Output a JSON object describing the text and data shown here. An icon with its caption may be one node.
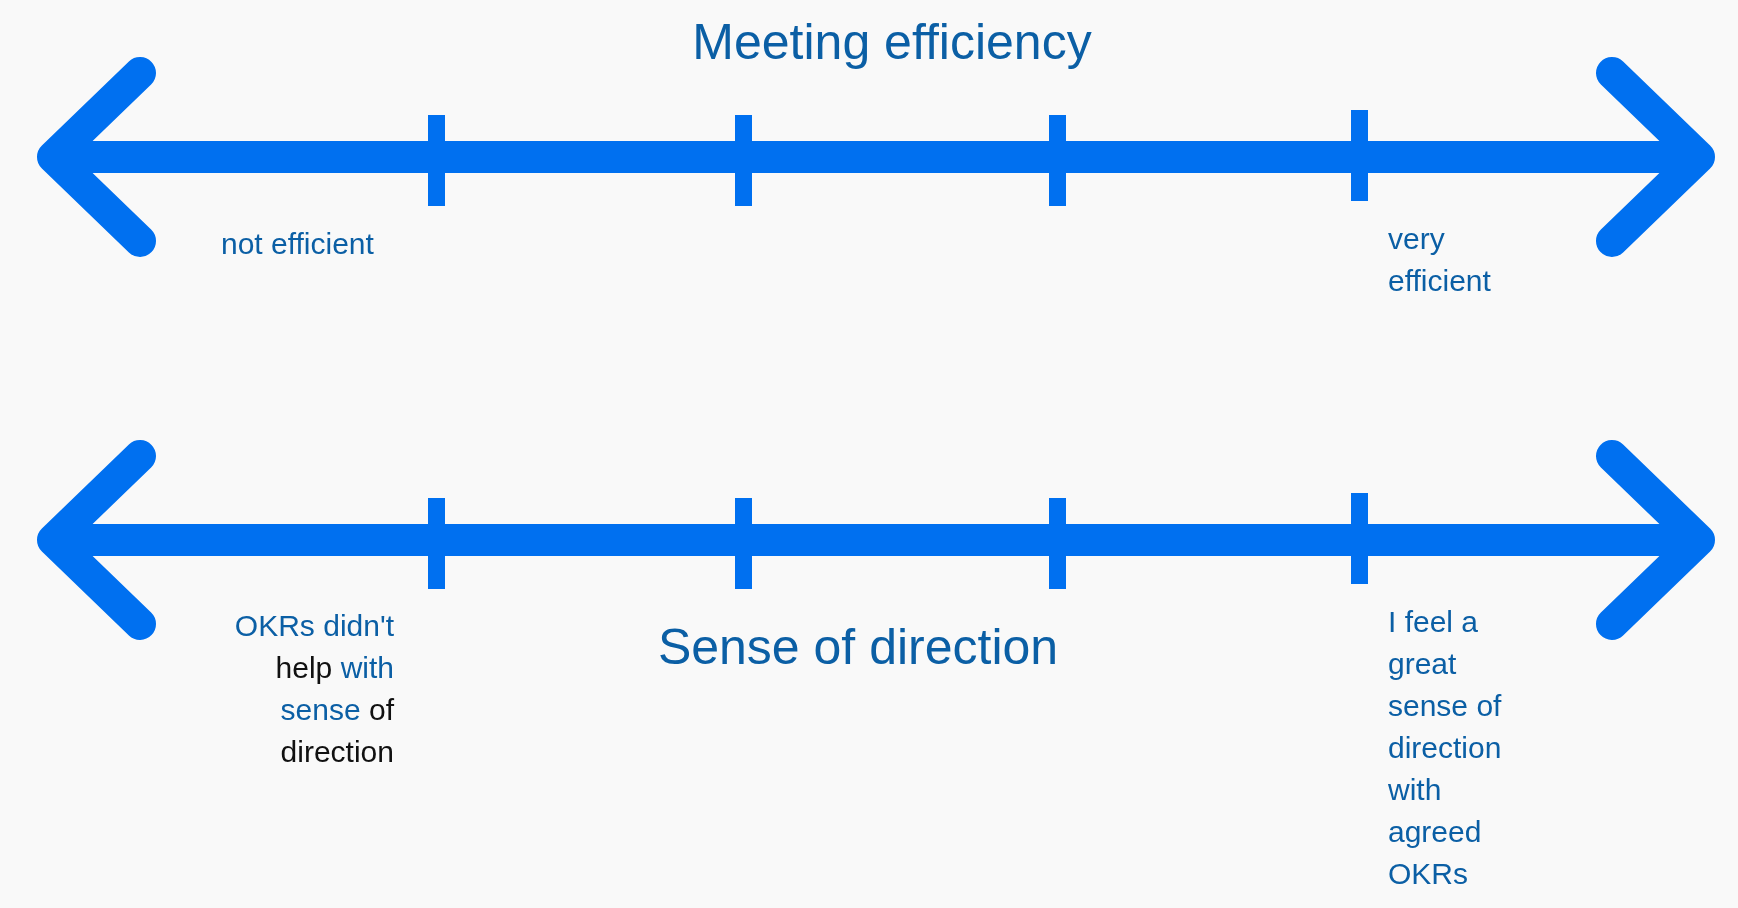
{
  "diagram": {
    "labels": [
      "Meeting efficiency",
      "not efficient",
      "very efficient",
      "OKRs didn't help with sense of direction",
      "Sense of direction",
      "I feel a great sense of direction with agreed OKRs"
    ]
  }
}
